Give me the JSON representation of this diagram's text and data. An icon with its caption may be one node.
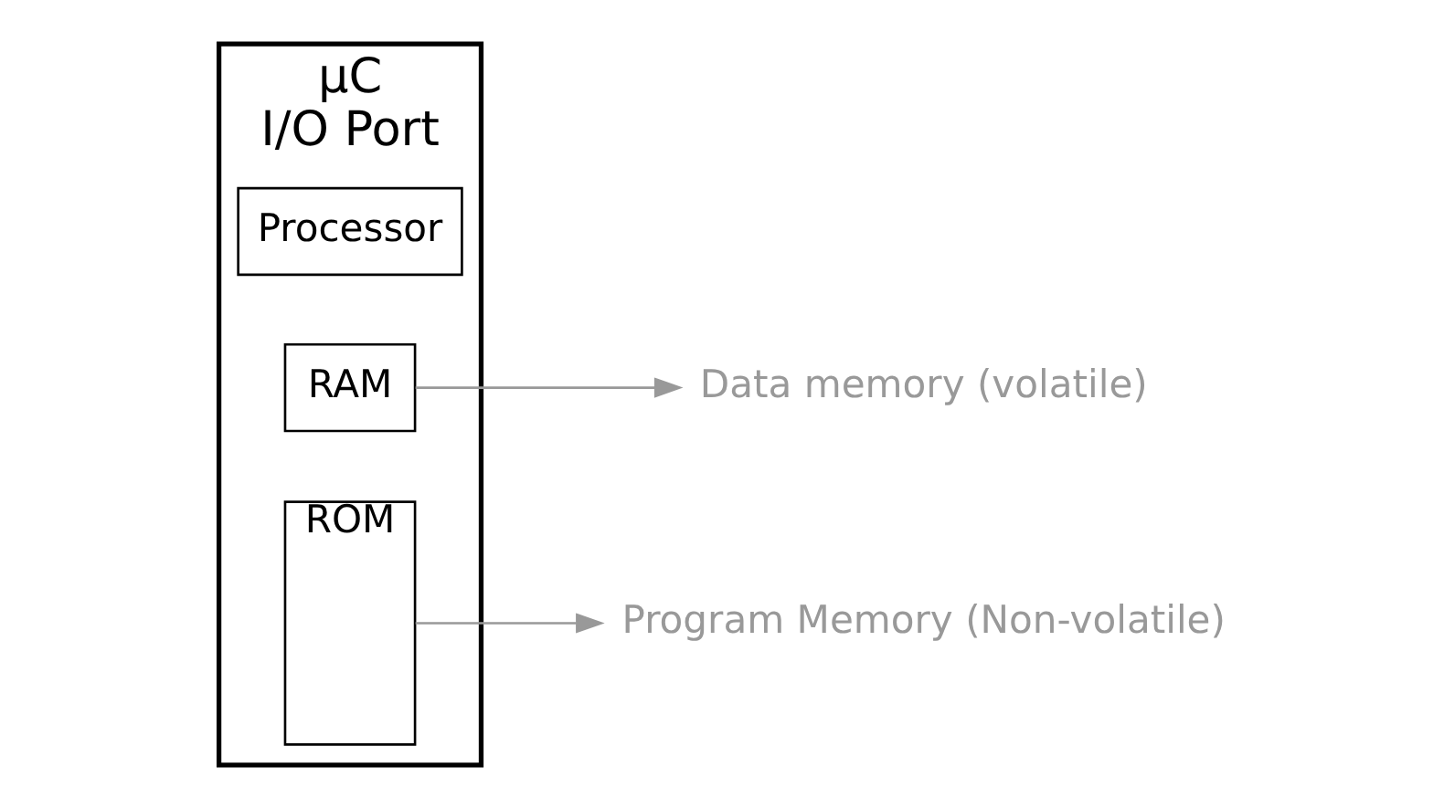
{
  "diagram": {
    "nodes": [
      {
        "text": [
          "μC",
          "I/O Port"
        ]
      },
      {
        "text": [
          "Processor"
        ],
        "in": 0
      },
      {
        "text": [
          "RAM"
        ],
        "in": 0
      },
      {
        "text": [
          "ROM"
        ],
        "in": 0
      },
      {
        "text": [
          "Program Memory (Non-volatile)"
        ]
      },
      {
        "text": [
          "Data memory (volatile)"
        ]
      }
    ],
    "edges": [
      {
        "from": 3,
        "to": 4,
        "arrow": "to"
      },
      {
        "from": 2,
        "to": 5,
        "arrow": "to"
      }
    ]
  }
}
